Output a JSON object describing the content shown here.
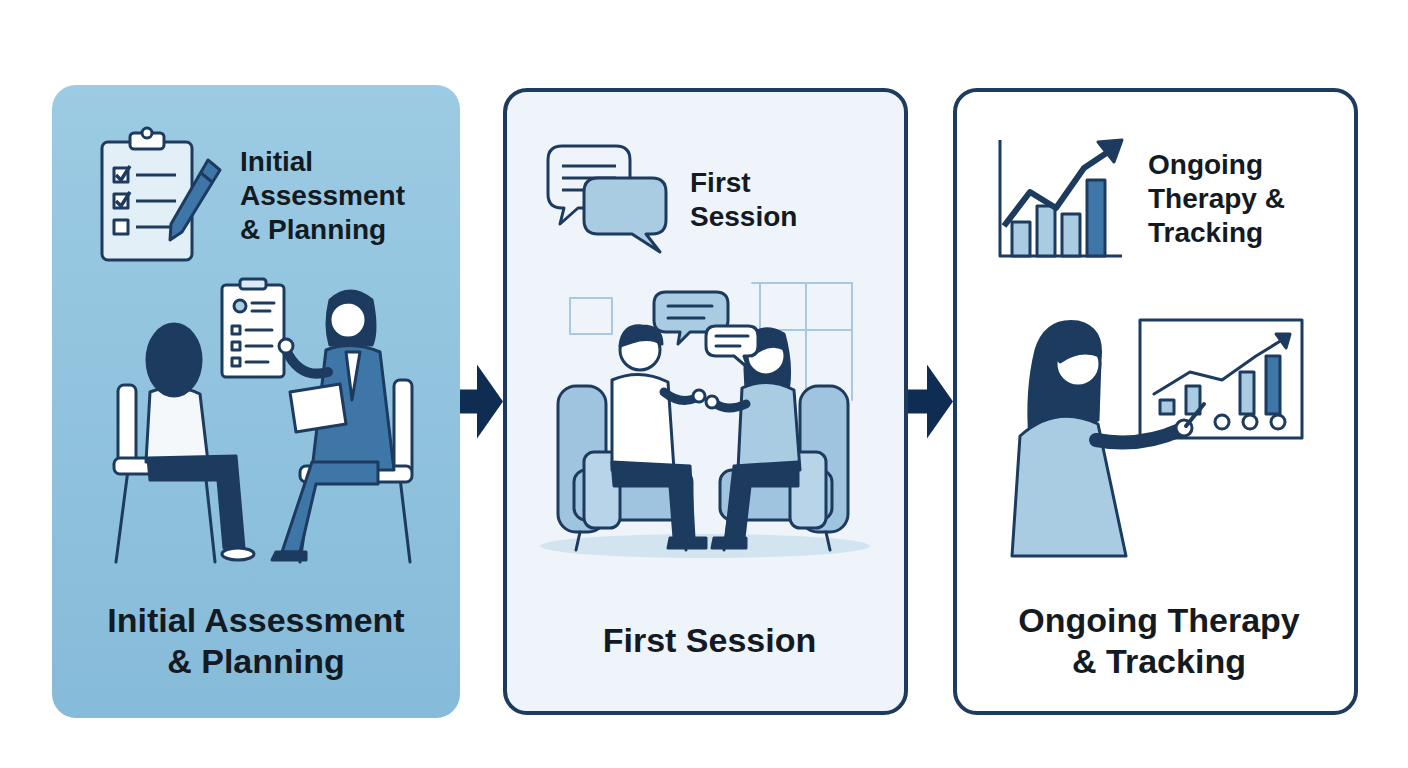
{
  "diagram": {
    "nodes": [
      {
        "text": [
          "Initial Assessment & Planning",
          "Initial Assessment & Planning"
        ]
      },
      {
        "text": [
          "First Session",
          "First Session"
        ]
      },
      {
        "text": [
          "Ongoing Therapy & Tracking",
          "Ongoing Therapy & Tracking"
        ]
      }
    ],
    "edges": [
      {
        "from": 0,
        "to": 1,
        "arrow": "to"
      },
      {
        "from": 1,
        "to": 2,
        "arrow": "to"
      }
    ]
  }
}
